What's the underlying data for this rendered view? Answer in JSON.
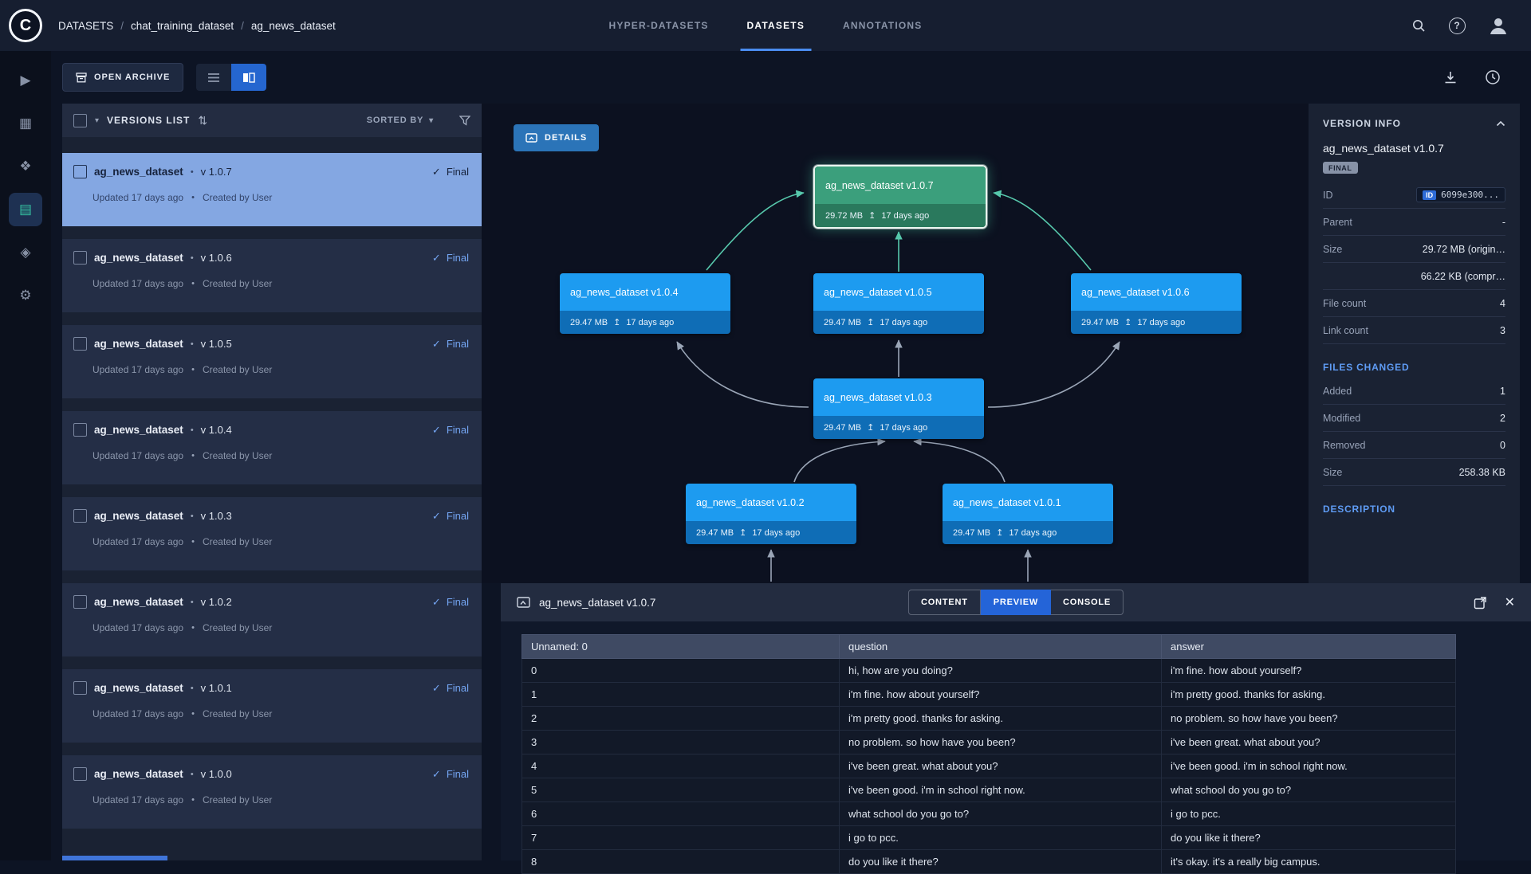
{
  "brand": {
    "logo_letter": "C"
  },
  "ui": {
    "slash": "/",
    "bullet": "•",
    "check": "✓",
    "caret": "▾",
    "close": "✕",
    "upload": "↥",
    "question": "?",
    "sort": "⇅"
  },
  "topbar": {
    "breadcrumb": {
      "root": "DATASETS",
      "project": "chat_training_dataset",
      "dataset": "ag_news_dataset"
    },
    "tabs": [
      {
        "label": "HYPER-DATASETS"
      },
      {
        "label": "DATASETS"
      },
      {
        "label": "ANNOTATIONS"
      }
    ]
  },
  "rail": {
    "items": [
      {
        "name": "dashboard",
        "glyph": "▶"
      },
      {
        "name": "projects",
        "glyph": "▦"
      },
      {
        "name": "pipelines",
        "glyph": "❖"
      },
      {
        "name": "datasets",
        "glyph": "▤"
      },
      {
        "name": "reports",
        "glyph": "◈"
      },
      {
        "name": "workers",
        "glyph": "⚙"
      }
    ]
  },
  "toolbar": {
    "open_archive_label": "OPEN ARCHIVE"
  },
  "versions": {
    "title": "VERSIONS LIST",
    "sorted_by_label": "SORTED BY",
    "items": [
      {
        "name": "ag_news_dataset",
        "version": "v 1.0.7",
        "status": "Final",
        "updated": "Updated 17 days ago",
        "created": "Created by User"
      },
      {
        "name": "ag_news_dataset",
        "version": "v 1.0.6",
        "status": "Final",
        "updated": "Updated 17 days ago",
        "created": "Created by User"
      },
      {
        "name": "ag_news_dataset",
        "version": "v 1.0.5",
        "status": "Final",
        "updated": "Updated 17 days ago",
        "created": "Created by User"
      },
      {
        "name": "ag_news_dataset",
        "version": "v 1.0.4",
        "status": "Final",
        "updated": "Updated 17 days ago",
        "created": "Created by User"
      },
      {
        "name": "ag_news_dataset",
        "version": "v 1.0.3",
        "status": "Final",
        "updated": "Updated 17 days ago",
        "created": "Created by User"
      },
      {
        "name": "ag_news_dataset",
        "version": "v 1.0.2",
        "status": "Final",
        "updated": "Updated 17 days ago",
        "created": "Created by User"
      },
      {
        "name": "ag_news_dataset",
        "version": "v 1.0.1",
        "status": "Final",
        "updated": "Updated 17 days ago",
        "created": "Created by User"
      },
      {
        "name": "ag_news_dataset",
        "version": "v 1.0.0",
        "status": "Final",
        "updated": "Updated 17 days ago",
        "created": "Created by User"
      }
    ]
  },
  "graph": {
    "details_label": "DETAILS",
    "nodes": [
      {
        "title": "ag_news_dataset v1.0.7",
        "size": "29.72 MB",
        "age": "17 days ago"
      },
      {
        "title": "ag_news_dataset v1.0.4",
        "size": "29.47 MB",
        "age": "17 days ago"
      },
      {
        "title": "ag_news_dataset v1.0.5",
        "size": "29.47 MB",
        "age": "17 days ago"
      },
      {
        "title": "ag_news_dataset v1.0.6",
        "size": "29.47 MB",
        "age": "17 days ago"
      },
      {
        "title": "ag_news_dataset v1.0.3",
        "size": "29.47 MB",
        "age": "17 days ago"
      },
      {
        "title": "ag_news_dataset v1.0.2",
        "size": "29.47 MB",
        "age": "17 days ago"
      },
      {
        "title": "ag_news_dataset v1.0.1",
        "size": "29.47 MB",
        "age": "17 days ago"
      }
    ]
  },
  "version_info": {
    "title": "VERSION INFO",
    "name": "ag_news_dataset v1.0.7",
    "status_badge": "FINAL",
    "id_label": "ID",
    "id_badge": "ID",
    "id_value": "6099e300...",
    "parent_label": "Parent",
    "parent_value": "-",
    "size_label": "Size",
    "size_value_1": "29.72 MB (origin…",
    "size_value_2": "66.22 KB (compr…",
    "file_count_label": "File count",
    "file_count_value": "4",
    "link_count_label": "Link count",
    "link_count_value": "3",
    "files_changed_title": "FILES CHANGED",
    "added_label": "Added",
    "added_value": "1",
    "modified_label": "Modified",
    "modified_value": "2",
    "removed_label": "Removed",
    "removed_value": "0",
    "changed_size_label": "Size",
    "changed_size_value": "258.38 KB",
    "description_title": "DESCRIPTION"
  },
  "preview": {
    "title": "ag_news_dataset v1.0.7",
    "tabs": [
      {
        "label": "CONTENT"
      },
      {
        "label": "PREVIEW"
      },
      {
        "label": "CONSOLE"
      }
    ],
    "table": {
      "headers": [
        "Unnamed: 0",
        "question",
        "answer"
      ],
      "rows": [
        [
          "0",
          "hi, how are you doing?",
          "i'm fine. how about yourself?"
        ],
        [
          "1",
          "i'm fine. how about yourself?",
          "i'm pretty good. thanks for asking."
        ],
        [
          "2",
          "i'm pretty good. thanks for asking.",
          "no problem. so how have you been?"
        ],
        [
          "3",
          "no problem. so how have you been?",
          "i've been great. what about you?"
        ],
        [
          "4",
          "i've been great. what about you?",
          "i've been good. i'm in school right now."
        ],
        [
          "5",
          "i've been good. i'm in school right now.",
          "what school do you go to?"
        ],
        [
          "6",
          "what school do you go to?",
          "i go to pcc."
        ],
        [
          "7",
          "i go to pcc.",
          "do you like it there?"
        ],
        [
          "8",
          "do you like it there?",
          "it's okay. it's a really big campus."
        ]
      ]
    }
  }
}
